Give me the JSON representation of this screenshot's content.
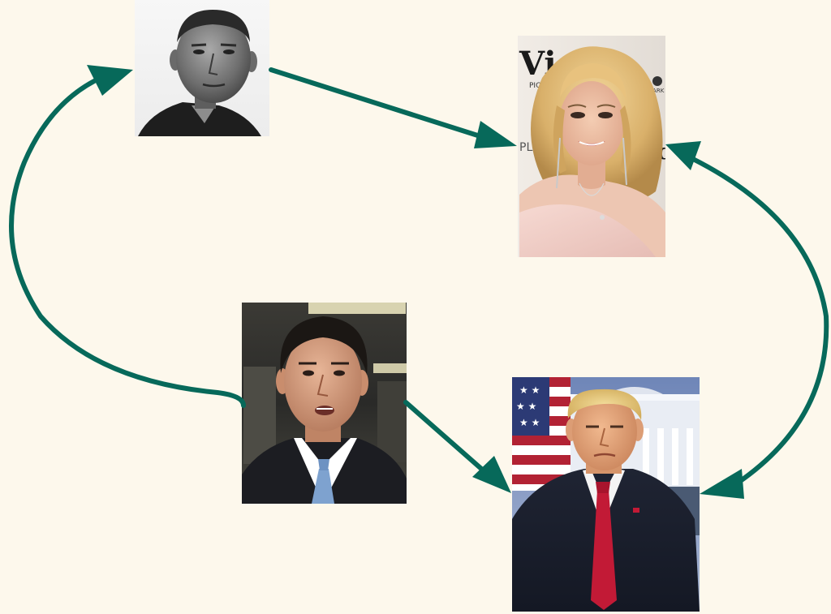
{
  "colors": {
    "background": "#fdf8ec",
    "arrow": "#07695a"
  },
  "nodes": [
    {
      "id": "top-left",
      "kind": "photo",
      "description": "black and white headshot portrait, man, short dark hair, black jacket"
    },
    {
      "id": "top-right",
      "kind": "photo",
      "description": "color photo, woman, long wavy blonde hair, pink off-shoulder top, event backdrop with logos"
    },
    {
      "id": "bottom-left",
      "kind": "photo",
      "description": "color photo, man, dark hair, dark suit, white shirt, blue tie, indoor office ceiling"
    },
    {
      "id": "bottom-right",
      "kind": "photo",
      "description": "color portrait, man, blond hair, dark suit, red tie, US flag and white building background"
    }
  ],
  "edges": [
    {
      "from": "top-left",
      "to": "top-right",
      "direction": "one-way"
    },
    {
      "from": "bottom-left",
      "to": "top-left",
      "direction": "one-way"
    },
    {
      "from": "bottom-left",
      "to": "bottom-right",
      "direction": "one-way"
    },
    {
      "from": "top-right",
      "to": "bottom-right",
      "direction": "two-way"
    }
  ]
}
